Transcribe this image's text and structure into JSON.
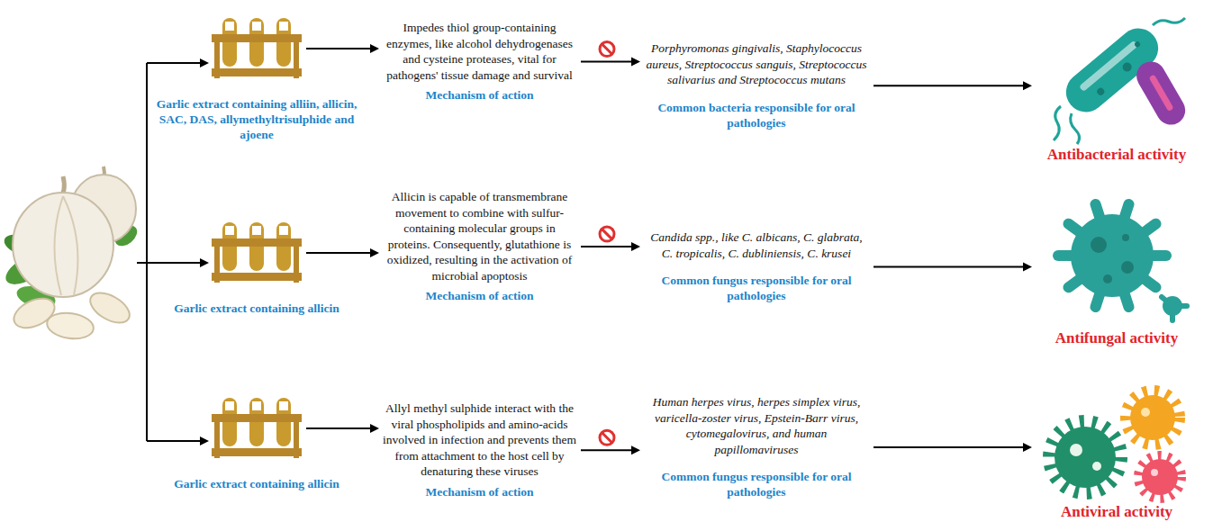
{
  "diagram": {
    "nodes": [
      {
        "text": [
          "Garlic extract containing alliin, allicin, SAC, DAS, allymethyltrisulphide and ajoene"
        ]
      },
      {
        "text": [
          "Impedes thiol group-containing enzymes, like alcohol dehydrogenases and cysteine proteases, vital for pathogens' tissue damage and survival",
          "Mechanism of action"
        ]
      },
      {
        "text": [
          "Porphyromonas gingivalis, Staphylococcus aureus, Streptococcus sanguis, Streptococcus salivarius and Streptococcus mutans",
          "Common bacteria responsible for oral pathologies"
        ]
      },
      {
        "text": [
          "Antibacterial activity"
        ]
      },
      {
        "text": [
          "Garlic extract containing allicin"
        ]
      },
      {
        "text": [
          "Allicin is capable of transmembrane movement to combine with sulfur-containing molecular groups in proteins. Consequently, glutathione is oxidized, resulting in the activation of microbial apoptosis",
          "Mechanism of action"
        ]
      },
      {
        "text": [
          "Candida spp., like C. albicans, C. glabrata, C. tropicalis, C. dubliniensis, C. krusei",
          "Common fungus responsible for oral pathologies"
        ]
      },
      {
        "text": [
          "Antifungal activity"
        ]
      },
      {
        "text": [
          "Garlic extract containing allicin"
        ]
      },
      {
        "text": [
          "Allyl methyl sulphide interact with the viral phospholipids and amino-acids involved in infection and prevents them from attachment to the host cell by denaturing these viruses",
          "Mechanism of action"
        ]
      },
      {
        "text": [
          "Human herpes virus, herpes simplex virus, varicella-zoster virus, Epstein-Barr virus, cytomegalovirus, and human papillomaviruses",
          "Common fungus responsible for oral pathologies"
        ]
      },
      {
        "text": [
          "Antiviral activity"
        ]
      }
    ],
    "edges": [
      {
        "from": 0,
        "to": 1,
        "arrow": "to"
      },
      {
        "from": 1,
        "to": 2,
        "arrow": "to"
      },
      {
        "from": 2,
        "to": 3,
        "arrow": "to"
      },
      {
        "from": 4,
        "to": 5,
        "arrow": "to"
      },
      {
        "from": 5,
        "to": 6,
        "arrow": "to"
      },
      {
        "from": 6,
        "to": 7,
        "arrow": "to"
      },
      {
        "from": 8,
        "to": 9,
        "arrow": "to"
      },
      {
        "from": 9,
        "to": 10,
        "arrow": "to"
      },
      {
        "from": 10,
        "to": 11,
        "arrow": "to"
      }
    ]
  }
}
